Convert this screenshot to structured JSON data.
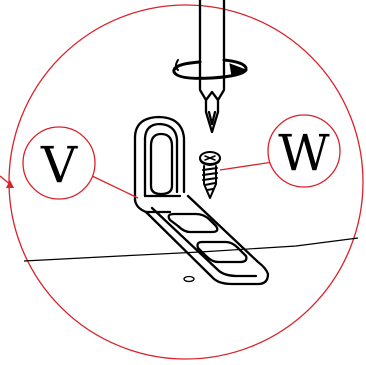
{
  "diagram": {
    "accent_color": "#d9222a",
    "line_color": "#000000",
    "callouts": [
      {
        "id": "V",
        "label": "V"
      },
      {
        "id": "W",
        "label": "W"
      }
    ],
    "icons": [
      "screwdriver-icon",
      "rotation-arrow-icon",
      "screw-icon",
      "l-bracket-icon",
      "surface-hole-icon"
    ]
  }
}
